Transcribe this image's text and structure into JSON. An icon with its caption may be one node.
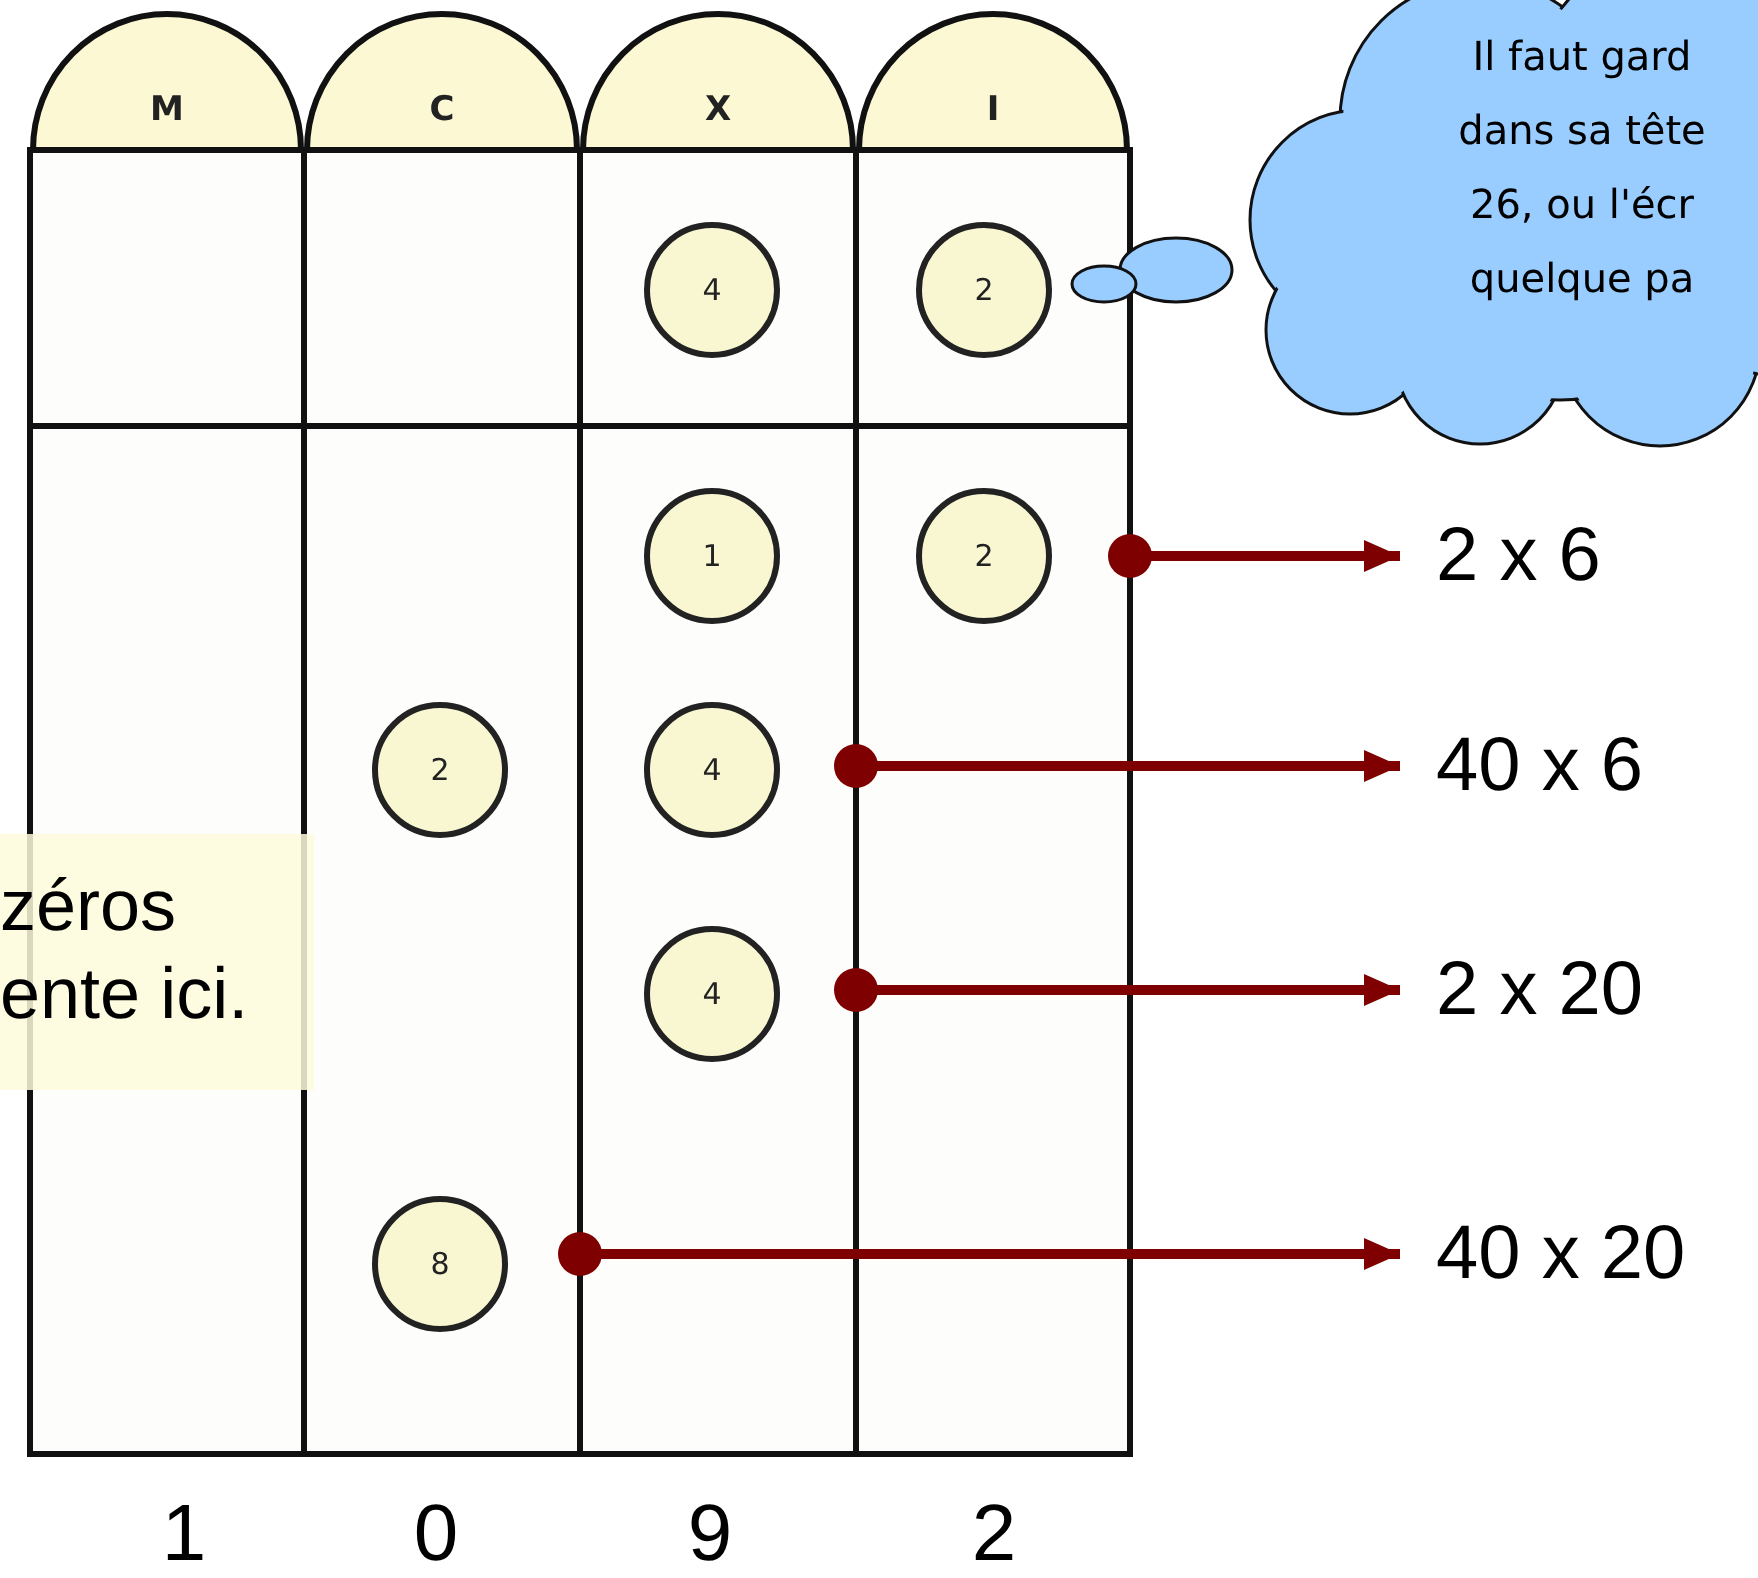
{
  "diagram": {
    "nodes": [
      {
        "text": [
          "M"
        ]
      },
      {
        "text": [
          "C"
        ]
      },
      {
        "text": [
          "X"
        ]
      },
      {
        "text": [
          "I"
        ]
      },
      {
        "text": [
          "Il faut gard dans sa tête 26, ou l'écr quelque pa"
        ]
      },
      {
        "text": [
          "4"
        ]
      },
      {
        "text": [
          "2"
        ]
      },
      {
        "text": [
          "1"
        ]
      },
      {
        "text": [
          "2"
        ]
      },
      {
        "text": [
          "2 x 6"
        ]
      },
      {
        "text": [
          "2"
        ]
      },
      {
        "text": [
          "4"
        ]
      },
      {
        "text": [
          "40 x 6"
        ]
      },
      {
        "text": [
          "zéros ente ici."
        ]
      },
      {
        "text": [
          "4"
        ]
      },
      {
        "text": [
          "2 x 20"
        ]
      },
      {
        "text": [
          "8"
        ]
      },
      {
        "text": [
          "40 x 20"
        ]
      }
    ],
    "edges": [
      {
        "from": null,
        "to": 9,
        "arrow": "to"
      },
      {
        "from": null,
        "to": 12,
        "arrow": "to"
      },
      {
        "from": null,
        "to": 15,
        "arrow": "to"
      },
      {
        "from": null,
        "to": 17,
        "arrow": "to"
      }
    ],
    "labels": [
      "1",
      "0",
      "9",
      "2"
    ]
  }
}
